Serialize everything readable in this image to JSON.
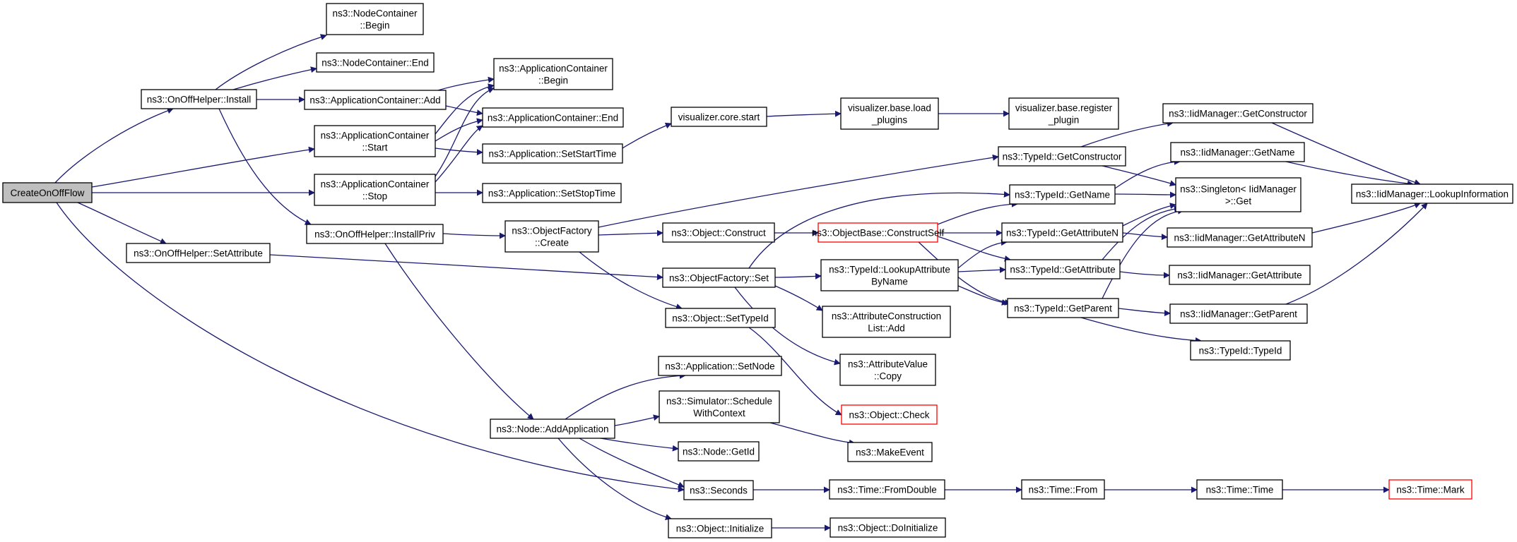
{
  "graph": {
    "colors": {
      "edge": "#191970",
      "node_border": "#000000",
      "root_fill": "#bfbfbf",
      "truncated_border": "#ff0000"
    },
    "nodes": [
      {
        "id": "create",
        "lines": [
          "CreateOnOffFlow"
        ],
        "root": true
      },
      {
        "id": "install",
        "lines": [
          "ns3::OnOffHelper::Install"
        ]
      },
      {
        "id": "setattr",
        "lines": [
          "ns3::OnOffHelper::SetAttribute"
        ]
      },
      {
        "id": "ncbegin",
        "lines": [
          "ns3::NodeContainer",
          "::Begin"
        ]
      },
      {
        "id": "ncend",
        "lines": [
          "ns3::NodeContainer::End"
        ]
      },
      {
        "id": "acadd",
        "lines": [
          "ns3::ApplicationContainer::Add"
        ]
      },
      {
        "id": "acstart",
        "lines": [
          "ns3::ApplicationContainer",
          "::Start"
        ]
      },
      {
        "id": "acstop",
        "lines": [
          "ns3::ApplicationContainer",
          "::Stop"
        ]
      },
      {
        "id": "installpriv",
        "lines": [
          "ns3::OnOffHelper::InstallPriv"
        ]
      },
      {
        "id": "acbegin",
        "lines": [
          "ns3::ApplicationContainer",
          "::Begin"
        ]
      },
      {
        "id": "acend",
        "lines": [
          "ns3::ApplicationContainer::End"
        ]
      },
      {
        "id": "appsetstart",
        "lines": [
          "ns3::Application::SetStartTime"
        ]
      },
      {
        "id": "appsetstop",
        "lines": [
          "ns3::Application::SetStopTime"
        ]
      },
      {
        "id": "ofcreate",
        "lines": [
          "ns3::ObjectFactory",
          "::Create"
        ]
      },
      {
        "id": "nodeaddapp",
        "lines": [
          "ns3::Node::AddApplication"
        ]
      },
      {
        "id": "vizstart",
        "lines": [
          "visualizer.core.start"
        ]
      },
      {
        "id": "vizload",
        "lines": [
          "visualizer.base.load",
          "_plugins"
        ]
      },
      {
        "id": "vizreg",
        "lines": [
          "visualizer.base.register",
          "_plugin"
        ]
      },
      {
        "id": "objconstruct",
        "lines": [
          "ns3::Object::Construct"
        ]
      },
      {
        "id": "ofset",
        "lines": [
          "ns3::ObjectFactory::Set"
        ]
      },
      {
        "id": "objsettypeid",
        "lines": [
          "ns3::Object::SetTypeId"
        ]
      },
      {
        "id": "appsetnode",
        "lines": [
          "ns3::Application::SetNode"
        ]
      },
      {
        "id": "simschedule",
        "lines": [
          "ns3::Simulator::Schedule",
          "WithContext"
        ]
      },
      {
        "id": "nodegetid",
        "lines": [
          "ns3::Node::GetId"
        ]
      },
      {
        "id": "seconds",
        "lines": [
          "ns3::Seconds"
        ]
      },
      {
        "id": "objinit",
        "lines": [
          "ns3::Object::Initialize"
        ]
      },
      {
        "id": "obconstructself",
        "lines": [
          "ns3::ObjectBase::ConstructSelf"
        ],
        "truncated": true
      },
      {
        "id": "tidlookup",
        "lines": [
          "ns3::TypeId::LookupAttribute",
          "ByName"
        ]
      },
      {
        "id": "aclistadd",
        "lines": [
          "ns3::AttributeConstruction",
          "List::Add"
        ]
      },
      {
        "id": "avcopy",
        "lines": [
          "ns3::AttributeValue",
          "::Copy"
        ]
      },
      {
        "id": "objcheck",
        "lines": [
          "ns3::Object::Check"
        ],
        "truncated": true
      },
      {
        "id": "makeevent",
        "lines": [
          "ns3::MakeEvent"
        ]
      },
      {
        "id": "fromdouble",
        "lines": [
          "ns3::Time::FromDouble"
        ]
      },
      {
        "id": "objdoinit",
        "lines": [
          "ns3::Object::DoInitialize"
        ]
      },
      {
        "id": "tidgetctor",
        "lines": [
          "ns3::TypeId::GetConstructor"
        ]
      },
      {
        "id": "tidgetname",
        "lines": [
          "ns3::TypeId::GetName"
        ]
      },
      {
        "id": "tidgetattrn",
        "lines": [
          "ns3::TypeId::GetAttributeN"
        ]
      },
      {
        "id": "tidgetattr",
        "lines": [
          "ns3::TypeId::GetAttribute"
        ]
      },
      {
        "id": "tidgetparent",
        "lines": [
          "ns3::TypeId::GetParent"
        ]
      },
      {
        "id": "timefrom",
        "lines": [
          "ns3::Time::From"
        ]
      },
      {
        "id": "iidgetctor",
        "lines": [
          "ns3::IidManager::GetConstructor"
        ]
      },
      {
        "id": "iidgetname",
        "lines": [
          "ns3::IidManager::GetName"
        ]
      },
      {
        "id": "singletonget",
        "lines": [
          "ns3::Singleton< IidManager",
          " >::Get"
        ]
      },
      {
        "id": "iidgetattrn",
        "lines": [
          "ns3::IidManager::GetAttributeN"
        ]
      },
      {
        "id": "iidgetattr",
        "lines": [
          "ns3::IidManager::GetAttribute"
        ]
      },
      {
        "id": "iidgetparent",
        "lines": [
          "ns3::IidManager::GetParent"
        ]
      },
      {
        "id": "tidtypeid",
        "lines": [
          "ns3::TypeId::TypeId"
        ]
      },
      {
        "id": "timetime",
        "lines": [
          "ns3::Time::Time"
        ]
      },
      {
        "id": "iidlookup",
        "lines": [
          "ns3::IidManager::LookupInformation"
        ]
      },
      {
        "id": "timemark",
        "lines": [
          "ns3::Time::Mark"
        ],
        "truncated": true
      }
    ]
  }
}
